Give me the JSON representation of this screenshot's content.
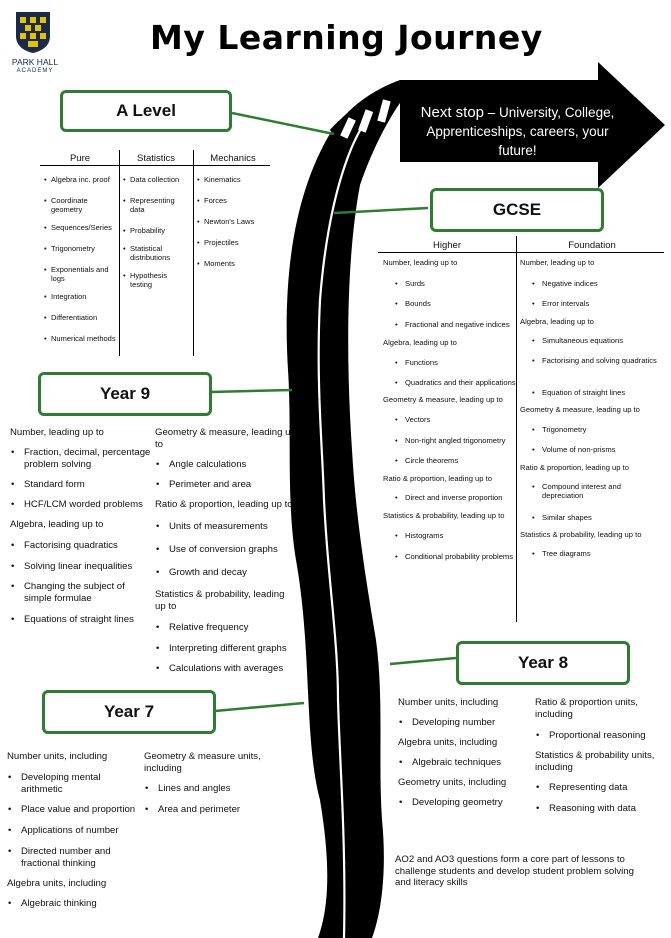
{
  "header": {
    "title": "My Learning Journey",
    "school_name": "PARK HALL",
    "school_sub": "ACADEMY"
  },
  "colors": {
    "green": "#2e7d32",
    "road": "#000000"
  },
  "next_stop": {
    "lead": "Next stop",
    "text": " – University, College, Apprenticeships, careers, your future!"
  },
  "a_level": {
    "title": "A Level",
    "columns": [
      {
        "header": "Pure",
        "items": [
          "Algebra inc. proof",
          "Coordinate geometry",
          "Sequences/Series",
          "Trigonometry",
          "Exponentials and logs",
          "Integration",
          "Differentiation",
          "Numerical methods"
        ]
      },
      {
        "header": "Statistics",
        "items": [
          "Data collection",
          "Representing data",
          "Probability",
          "Statistical distributions",
          "Hypothesis testing"
        ]
      },
      {
        "header": "Mechanics",
        "items": [
          "Kinematics",
          "Forces",
          "Newton's Laws",
          "Projectiles",
          "Moments"
        ]
      }
    ]
  },
  "gcse": {
    "title": "GCSE",
    "higher": {
      "header": "Higher",
      "lines": [
        "Number, leading up to",
        "Surds",
        "Bounds",
        "Fractional and negative indices",
        "Algebra, leading up to",
        "Functions",
        "Quadratics and their applications",
        "Geometry & measure, leading up to",
        "Vectors",
        "Non-right angled trigonometry",
        "Circle theorems",
        "Ratio & proportion, leading up to",
        "Direct and inverse proportion",
        "Statistics & probability, leading up to",
        "Histograms",
        "Conditional probability problems"
      ]
    },
    "foundation": {
      "header": "Foundation",
      "lines": [
        "Number, leading up to",
        "Negative indices",
        "Error intervals",
        "Algebra, leading up to",
        "Simultaneous equations",
        "Factorising and solving quadratics",
        "Equation of straight lines",
        "Geometry & measure, leading up to",
        "Trigonometry",
        "Volume of non-prisms",
        "Ratio & proportion, leading up to",
        "Compound interest and depreciation",
        "Similar shapes",
        "Statistics & probability, leading up to",
        "Tree diagrams"
      ]
    }
  },
  "year9": {
    "title": "Year 9",
    "left": [
      "Number, leading up to",
      "Fraction, decimal, percentage problem solving",
      "Standard form",
      "HCF/LCM worded problems",
      "Algebra, leading up to",
      "Factorising quadratics",
      "Solving linear inequalities",
      "Changing the subject of simple formulae",
      "Equations of straight lines"
    ],
    "right": [
      "Geometry & measure, leading up to",
      "Angle calculations",
      "Perimeter and area",
      "Ratio & proportion, leading up to",
      "Units of measurements",
      "Use of conversion graphs",
      "Growth and decay",
      "Statistics & probability, leading up to",
      "Relative frequency",
      "Interpreting different graphs",
      "Calculations with averages"
    ]
  },
  "year8": {
    "title": "Year 8",
    "left": [
      "Number units, including",
      "Developing number",
      "Algebra units, including",
      "Algebraic techniques",
      "Geometry units, including",
      "Developing geometry"
    ],
    "right": [
      "Ratio & proportion units, including",
      "Proportional reasoning",
      "Statistics & probability units, including",
      "Representing data",
      "Reasoning with data"
    ],
    "note": "AO2 and AO3 questions form a core part of lessons to challenge students and develop student problem solving and literacy skills"
  },
  "year7": {
    "title": "Year 7",
    "left": [
      "Number units, including",
      "Developing mental arithmetic",
      "Place value and proportion",
      "Applications of number",
      "Directed number and fractional thinking",
      "Algebra units, including",
      "Algebraic thinking"
    ],
    "right": [
      "Geometry & measure units, including",
      "Lines and angles",
      "Area and perimeter"
    ]
  }
}
